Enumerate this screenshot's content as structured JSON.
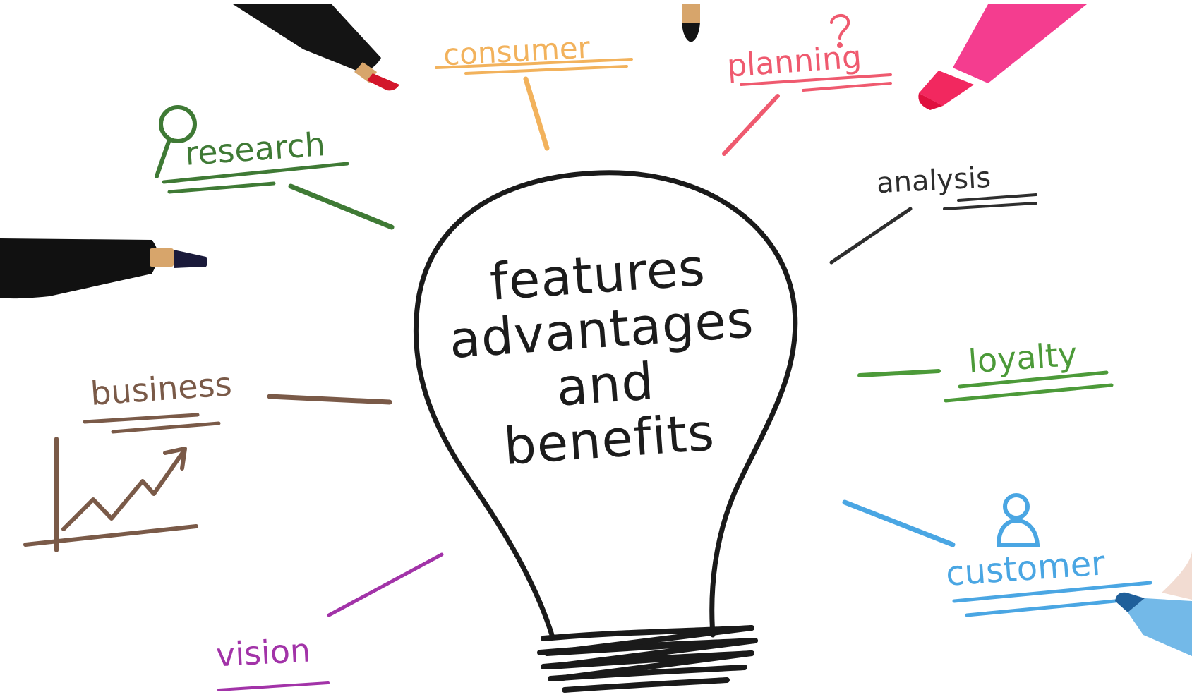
{
  "center": {
    "line1": "features",
    "line2": "advantages",
    "line3": "and",
    "line4": "benefits"
  },
  "labels": {
    "consumer": "consumer",
    "planning": "planning",
    "research": "research",
    "analysis": "analysis",
    "loyalty": "loyalty",
    "business": "business",
    "customer": "customer",
    "vision": "vision"
  },
  "colors": {
    "consumer": "#f2b25c",
    "planning": "#ef5a6f",
    "research": "#3f7a35",
    "analysis": "#2e2e2e",
    "loyalty": "#4c9a39",
    "business": "#7a5a48",
    "customer": "#4aa6e3",
    "vision": "#a233a8",
    "bulb": "#1a1a1a"
  },
  "icons": [
    "magnifier-icon",
    "question-mark-icon",
    "person-icon",
    "growth-chart-icon"
  ],
  "objects": [
    "black-marker",
    "red-marker",
    "pink-highlighter",
    "blue-marker",
    "lightbulb"
  ]
}
